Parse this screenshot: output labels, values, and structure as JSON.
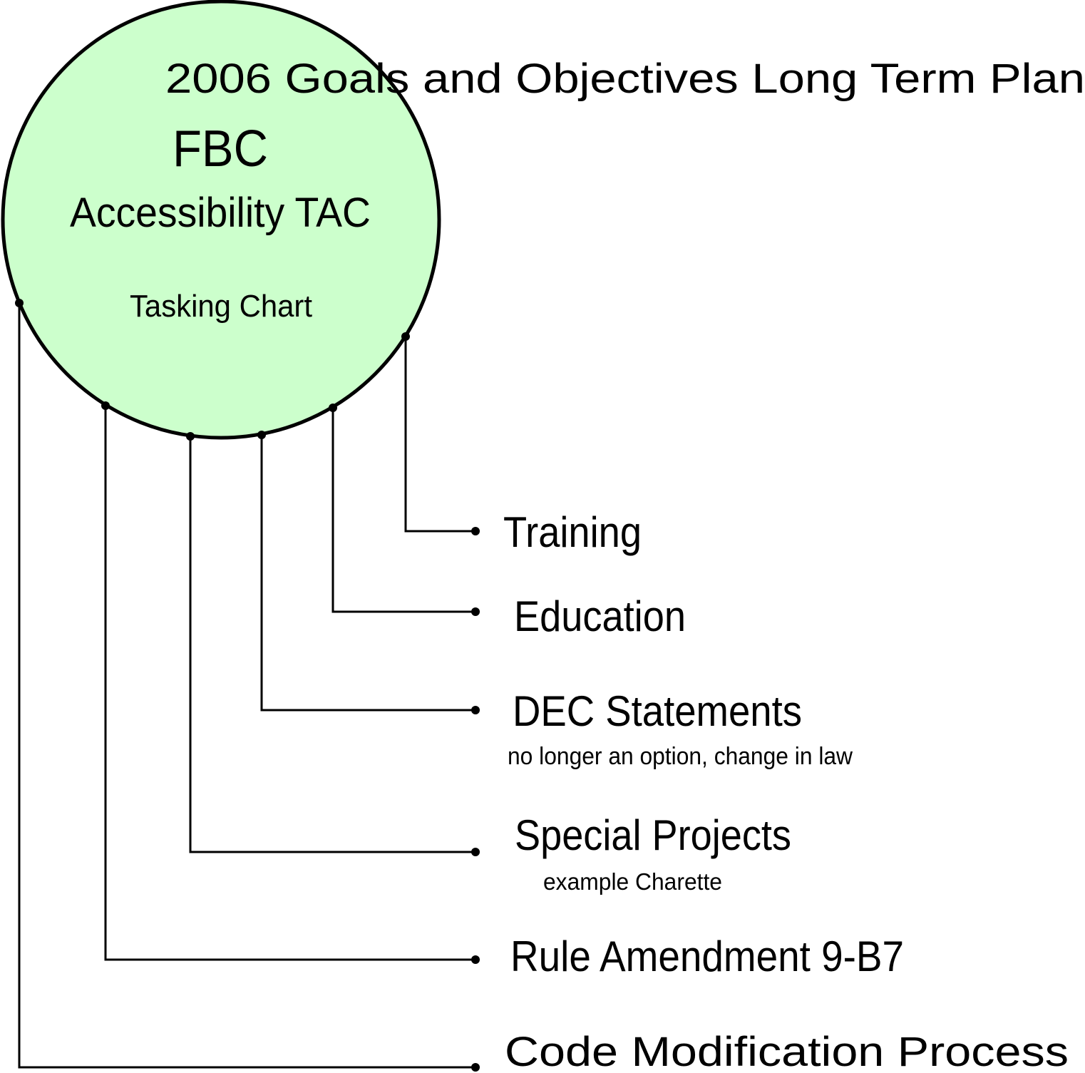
{
  "title": "2006 Goals and Objectives Long Term Plan",
  "hub": {
    "org": "FBC",
    "committee": "Accessibility TAC",
    "subtitle": "Tasking Chart",
    "fill_color": "#ccffcc",
    "stroke_color": "#000000"
  },
  "tasks": [
    {
      "label": "Training",
      "note": null
    },
    {
      "label": "Education",
      "note": null
    },
    {
      "label": "DEC Statements",
      "note": "no longer an option, change in law"
    },
    {
      "label": "Special Projects",
      "note": "example Charette"
    },
    {
      "label": "Rule Amendment 9-B7",
      "note": null
    },
    {
      "label": "Code Modification Process",
      "note": null
    }
  ]
}
